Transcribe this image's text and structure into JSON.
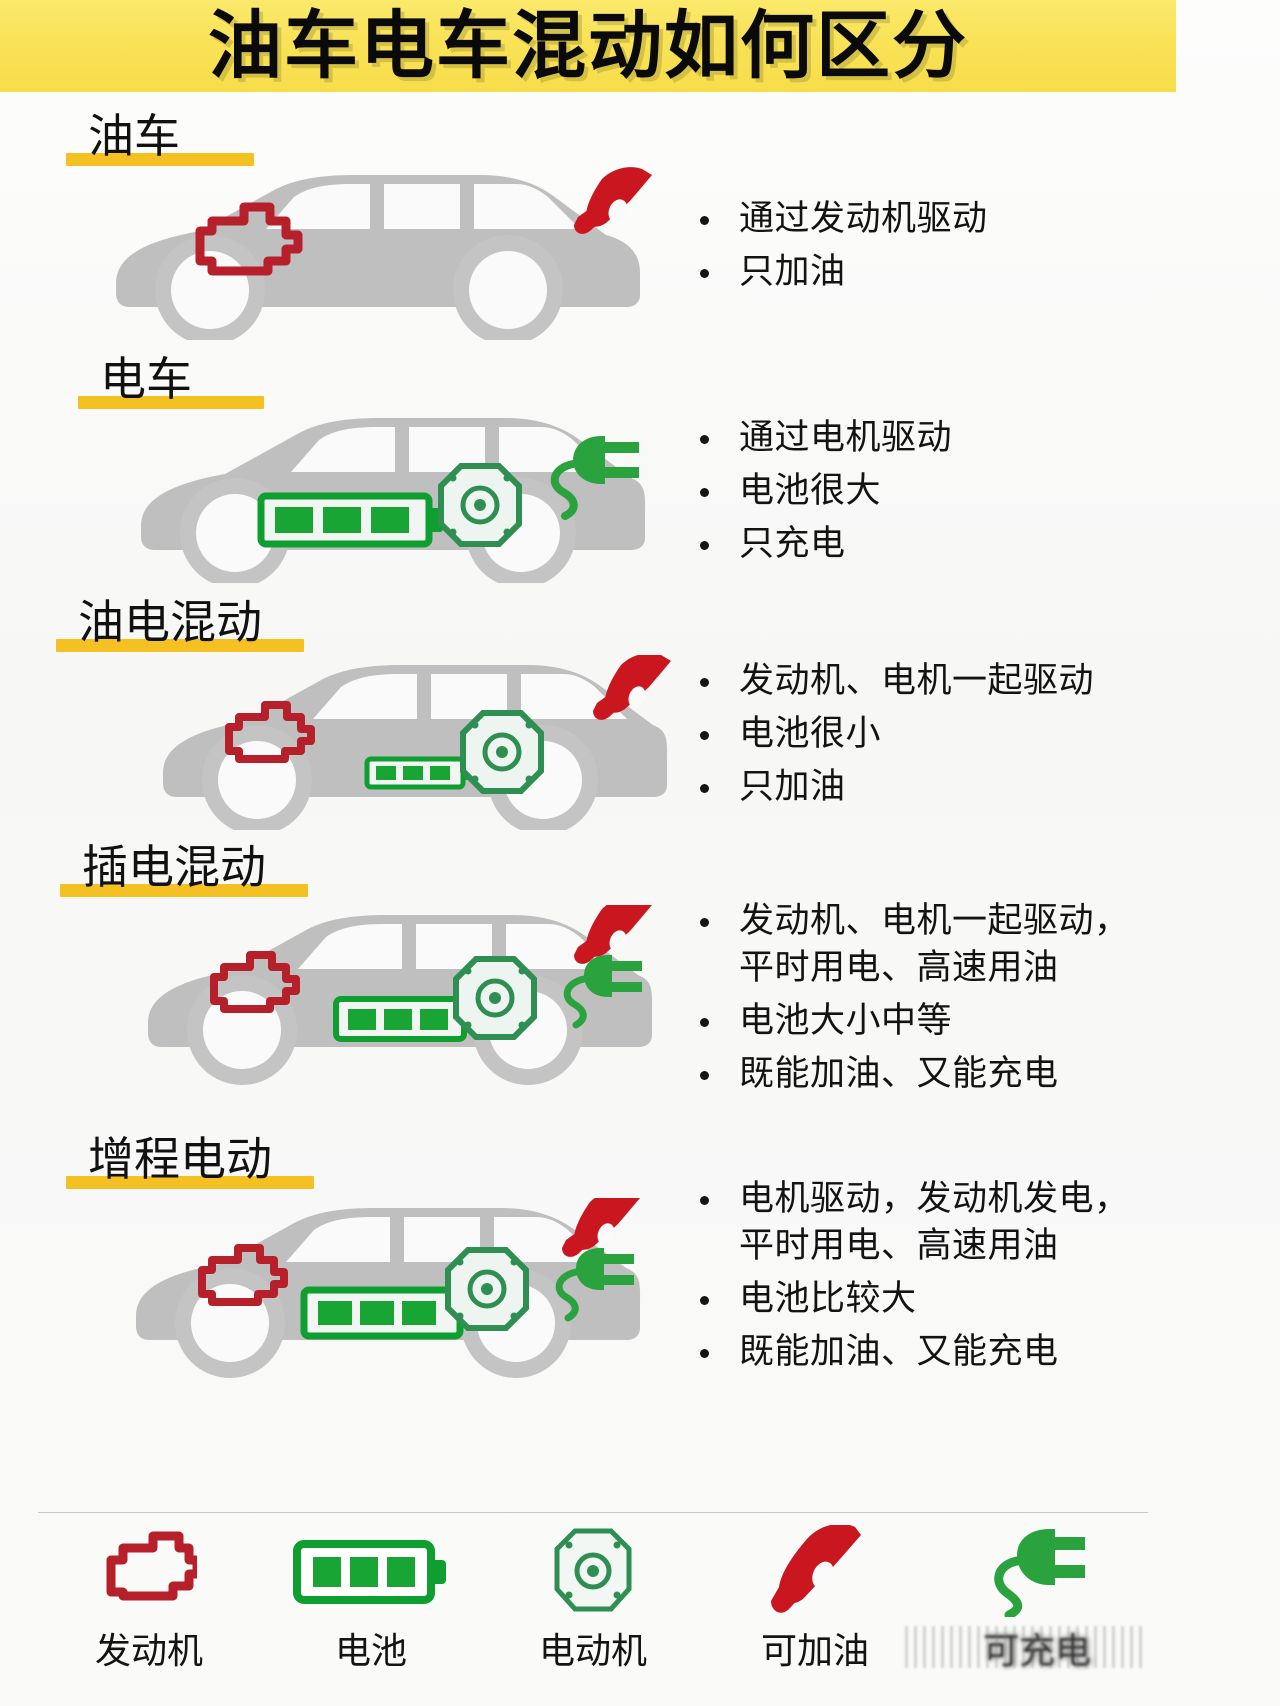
{
  "title": "油车电车混动如何区分",
  "theme": {
    "banner_bg": "#f9e257",
    "underline": "#f5c021",
    "engine_red": "#b5202a",
    "battery_green": "#12a033",
    "motor_green": "#2f8f53",
    "nozzle_red": "#c9161f",
    "plug_green": "#2aa33f",
    "car_gray": "#bfbfbf"
  },
  "sections": [
    {
      "id": "gasoline",
      "label": "油车",
      "bullets": [
        "通过发动机驱动",
        "只加油"
      ],
      "parts": [
        "engine",
        "nozzle"
      ]
    },
    {
      "id": "electric",
      "label": "电车",
      "bullets": [
        "通过电机驱动",
        "电池很大",
        "只充电"
      ],
      "parts": [
        "battery-large",
        "motor",
        "plug"
      ]
    },
    {
      "id": "hybrid",
      "label": "油电混动",
      "bullets": [
        "发动机、电机一起驱动",
        "电池很小",
        "只加油"
      ],
      "parts": [
        "engine",
        "battery-small",
        "motor",
        "nozzle"
      ]
    },
    {
      "id": "phev",
      "label": "插电混动",
      "bullets": [
        "发动机、电机一起驱动，\n平时用电、高速用油",
        "电池大小中等",
        "既能加油、又能充电"
      ],
      "parts": [
        "engine",
        "battery-medium",
        "motor",
        "nozzle",
        "plug"
      ]
    },
    {
      "id": "erev",
      "label": "增程电动",
      "bullets": [
        "电机驱动，发动机发电，\n平时用电、高速用油",
        "电池比较大",
        "既能加油、又能充电"
      ],
      "parts": [
        "engine",
        "battery-large",
        "motor",
        "nozzle",
        "plug"
      ]
    }
  ],
  "legend": [
    {
      "icon": "engine-icon",
      "label": "发动机"
    },
    {
      "icon": "battery-icon",
      "label": "电池"
    },
    {
      "icon": "motor-icon",
      "label": "电动机"
    },
    {
      "icon": "fuel-nozzle-icon",
      "label": "可加油"
    },
    {
      "icon": "power-plug-icon",
      "label": "可充电"
    }
  ]
}
